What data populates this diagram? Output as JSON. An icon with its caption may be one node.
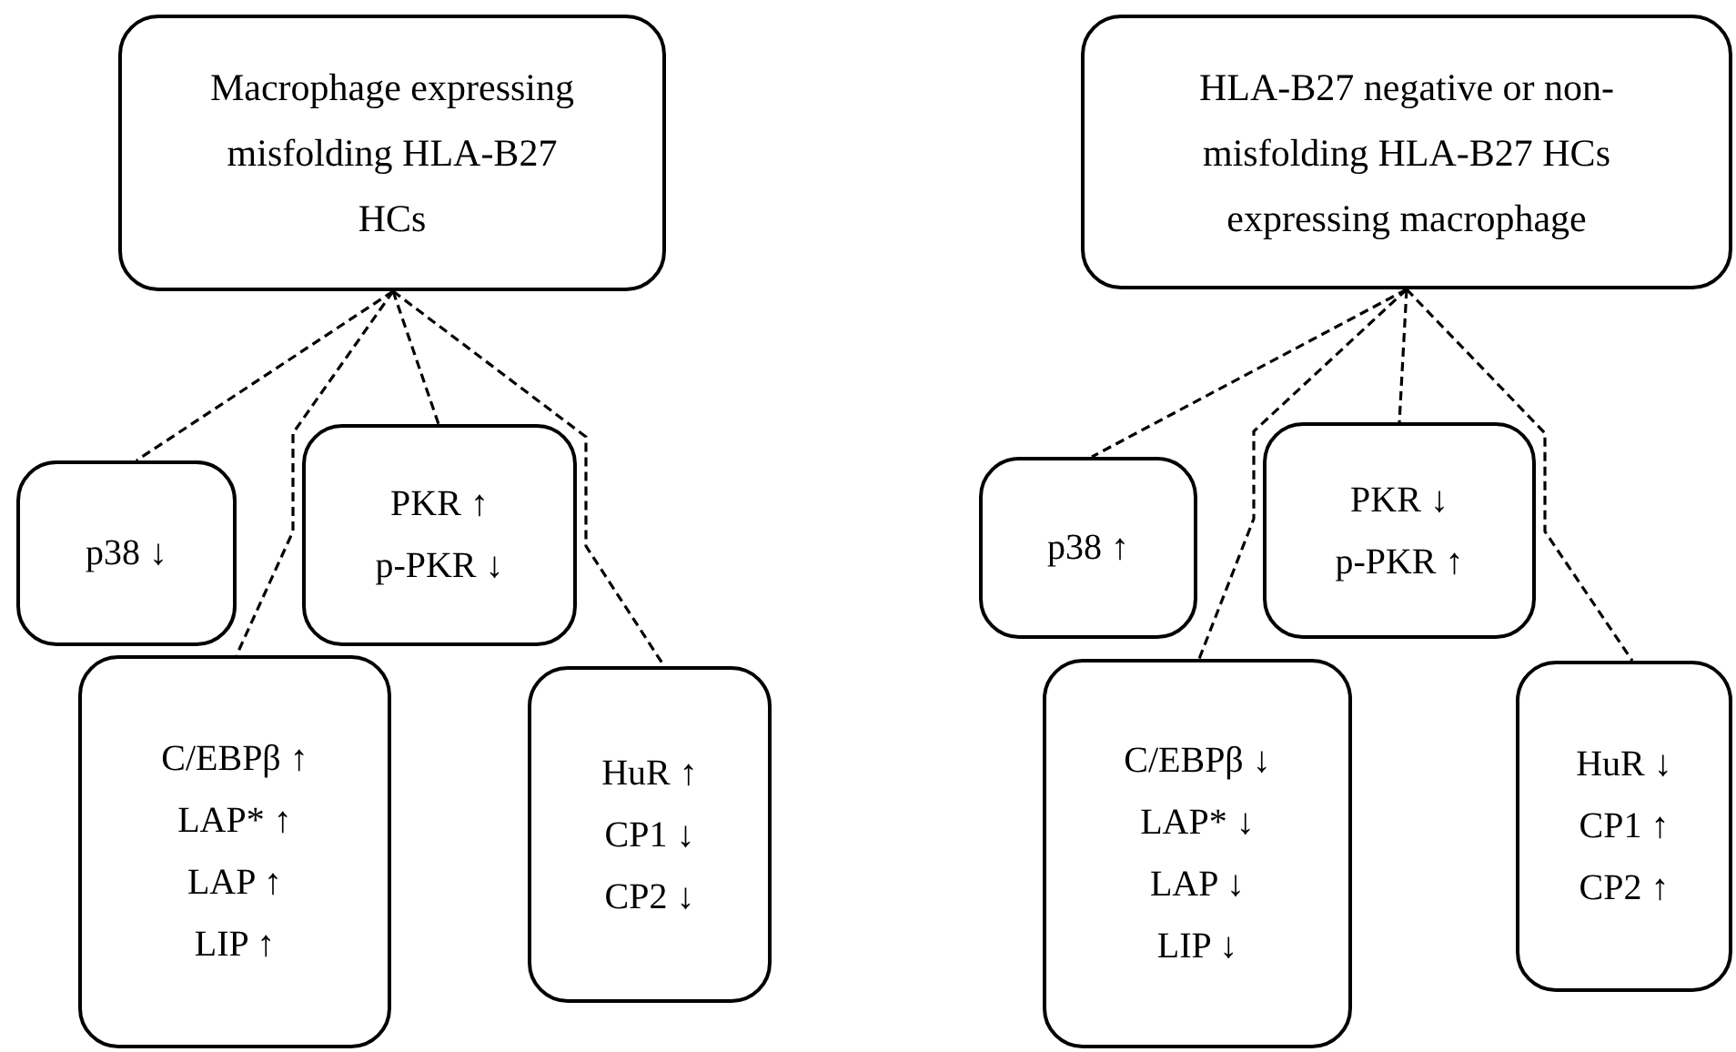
{
  "diagram": {
    "nodes": [
      {
        "text": [
          "Macrophage expressing misfolding HLA-B27 HCs"
        ]
      },
      {
        "text": [
          "p38 ↓"
        ]
      },
      {
        "text": [
          "PKR ↑",
          "p-PKR ↓"
        ]
      },
      {
        "text": [
          "C/EBPβ ↑",
          "LAP* ↑",
          "LAP ↑",
          "LIP ↑"
        ]
      },
      {
        "text": [
          "HuR ↑",
          "CP1 ↓",
          "CP2 ↓"
        ]
      },
      {
        "text": [
          "HLA-B27 negative or non-misfolding HLA-B27 HCs expressing macrophage"
        ]
      },
      {
        "text": [
          "p38 ↑"
        ]
      },
      {
        "text": [
          "PKR ↓",
          "p-PKR ↑"
        ]
      },
      {
        "text": [
          "C/EBPβ ↓",
          "LAP* ↓",
          "LAP ↓",
          "LIP ↓"
        ]
      },
      {
        "text": [
          "HuR ↓",
          "CP1 ↑",
          "CP2 ↑"
        ]
      }
    ],
    "edges": [
      {
        "from": 0,
        "to": 1,
        "arrow": "none",
        "style": "dashed"
      },
      {
        "from": 0,
        "to": 3,
        "arrow": "none",
        "style": "dashed"
      },
      {
        "from": 0,
        "to": 2,
        "arrow": "none",
        "style": "dashed"
      },
      {
        "from": 0,
        "to": 4,
        "arrow": "none",
        "style": "dashed"
      },
      {
        "from": 5,
        "to": 6,
        "arrow": "none",
        "style": "dashed"
      },
      {
        "from": 5,
        "to": 8,
        "arrow": "none",
        "style": "dashed"
      },
      {
        "from": 5,
        "to": 7,
        "arrow": "none",
        "style": "dashed"
      },
      {
        "from": 5,
        "to": 9,
        "arrow": "none",
        "style": "dashed"
      }
    ]
  }
}
